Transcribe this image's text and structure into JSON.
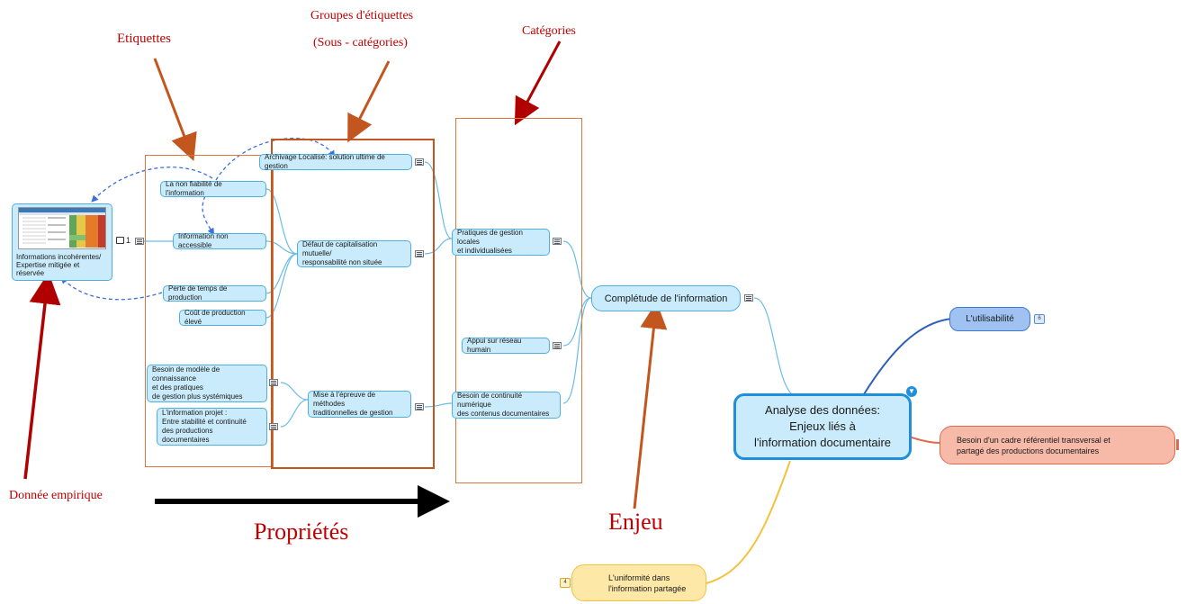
{
  "annotations": {
    "etiquettes": "Etiquettes",
    "groupes_line1": "Groupes d'étiquettes",
    "groupes_line2": "(Sous - catégories)",
    "categories": "Catégories",
    "donnee_empirique": "Donnée empirique",
    "proprietes": "Propriétés",
    "enjeu": "Enjeu"
  },
  "data_node": {
    "line1": "Informations incohérentes/",
    "line2": "Expertise mitigée et réservée",
    "comment_count": "1"
  },
  "etiquettes": [
    "La non fiabilité de l'information",
    "Information non accessible",
    "Perte de temps de production",
    "Coût de production élevé"
  ],
  "etiquettes_multi": [
    [
      "Besoin de modèle de connaissance",
      "et des pratiques",
      "de gestion plus systémiques"
    ],
    [
      "L'information projet :",
      "Entre stabilité et continuité",
      "des productions documentaires"
    ]
  ],
  "groupes": [
    [
      "Archivage Localisé: solution ultime de gestion"
    ],
    [
      "Défaut de capitalisation mutuelle/",
      "responsabilité non située"
    ],
    [
      "Mise à l'épreuve de méthodes",
      "traditionnelles de gestion"
    ]
  ],
  "categories": [
    [
      "Pratiques de gestion locales",
      "et individualisées"
    ],
    [
      "Appui sur réseau humain"
    ],
    [
      "Besoin de continuité numérique",
      "des contenus documentaires"
    ]
  ],
  "enjeu_node": "Complétude de l'information",
  "root": {
    "line1": "Analyse des données:",
    "line2": "Enjeux liés à",
    "line3": "l'information documentaire"
  },
  "branches": {
    "utilisabilite": "L'utilisabilité",
    "utilisabilite_badge": "6",
    "cadre_line1": "Besoin d'un cadre référentiel transversal et",
    "cadre_line2": "partagé des productions documentaires",
    "uniformite_line1": "L'uniformité  dans",
    "uniformite_line2": "l'information partagée",
    "uniformite_badge": "4"
  },
  "colors": {
    "node_fill": "#c9ebfb",
    "node_border": "#4fb0e0",
    "annotation_red": "#c00000",
    "arrow_orange": "#c3561f",
    "arrow_red": "#b00000"
  }
}
